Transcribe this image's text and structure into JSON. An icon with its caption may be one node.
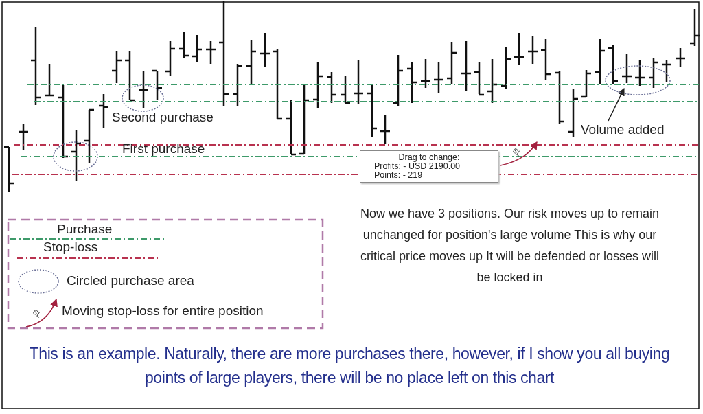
{
  "diagram": {
    "caption": "This is an example. Naturally, there are more purchases there, however, if I show you all buying points of large players, there will be no place left on this chart",
    "nodes": [
      {
        "text": [
          "Drag to change:",
          "Profits: - USD 2190.00",
          "Points: - 219"
        ]
      },
      {
        "text": [
          "Volume added"
        ]
      },
      {
        "text": [],
        "shape": "circle"
      }
    ],
    "edges": [
      {
        "from": 1,
        "to": 2,
        "arrow": "to",
        "color": "#222222"
      },
      {
        "from": 0,
        "to": null,
        "arrow": "to",
        "color": "#a3213f"
      }
    ],
    "labels": [
      "Second purchase",
      "First purchase",
      "SL",
      "Now we have 3 positions. Our risk moves up to remain unchanged for position's large volume This is why our critical price moves up It will be defended or losses will be locked in",
      "SL"
    ],
    "legend": [
      {
        "text": "Purchase"
      },
      {
        "text": "Stop-loss"
      },
      {
        "text": "Circled purchase area"
      },
      {
        "text": "Moving stop-loss for entire position"
      }
    ]
  }
}
